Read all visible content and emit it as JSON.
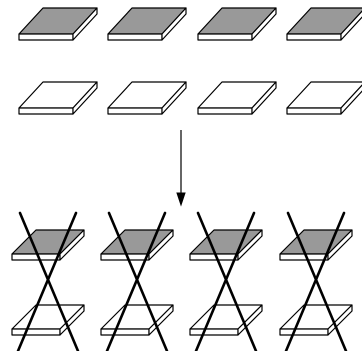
{
  "colors": {
    "background": "#ffffff",
    "stroke": "#000000",
    "filled_top": "#999999",
    "filled_side": "#ffffff",
    "empty_top": "#ffffff"
  },
  "diagram": {
    "top_rows": [
      {
        "name": "filled-row",
        "fill": "gray",
        "count": 4
      },
      {
        "name": "empty-row",
        "fill": "white",
        "count": 4
      }
    ],
    "arrow": {
      "direction": "down"
    },
    "crossed_group": {
      "columns": 4,
      "rows": [
        "gray",
        "white"
      ],
      "crossed": true
    }
  }
}
